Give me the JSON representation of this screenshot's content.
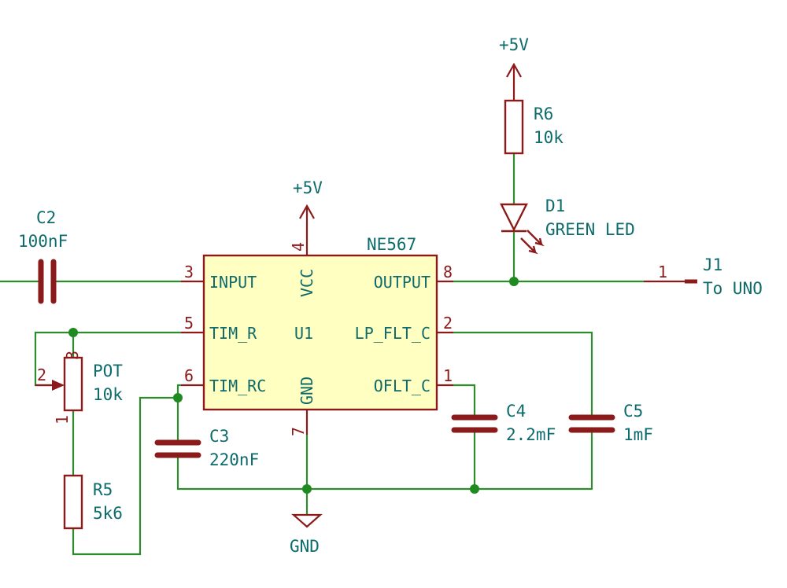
{
  "power": {
    "vcc_top": "+5V",
    "vcc_chip": "+5V",
    "gnd": "GND"
  },
  "u1": {
    "ref": "U1",
    "value": "NE567",
    "pins": {
      "input": {
        "name": "INPUT",
        "num": "3"
      },
      "tim_r": {
        "name": "TIM_R",
        "num": "5"
      },
      "tim_rc": {
        "name": "TIM_RC",
        "num": "6"
      },
      "output": {
        "name": "OUTPUT",
        "num": "8"
      },
      "lp_flt_c": {
        "name": "LP_FLT_C",
        "num": "2"
      },
      "oflt_c": {
        "name": "OFLT_C",
        "num": "1"
      },
      "vcc": {
        "name": "VCC",
        "num": "4"
      },
      "gnd": {
        "name": "GND",
        "num": "7"
      }
    }
  },
  "c2": {
    "ref": "C2",
    "value": "100nF"
  },
  "c3": {
    "ref": "C3",
    "value": "220nF"
  },
  "c4": {
    "ref": "C4",
    "value": "2.2mF"
  },
  "c5": {
    "ref": "C5",
    "value": "1mF"
  },
  "r5": {
    "ref": "R5",
    "value": "5k6"
  },
  "r6": {
    "ref": "R6",
    "value": "10k"
  },
  "pot": {
    "ref": "POT",
    "value": "10k",
    "pin1": "1",
    "pin2": "2",
    "pin3": "3"
  },
  "d1": {
    "ref": "D1",
    "value": "GREEN LED"
  },
  "j1": {
    "ref": "J1",
    "value": "To UNO",
    "pin": "1"
  },
  "colors": {
    "wire": "#2e8b2e",
    "component": "#8b1a1a",
    "label": "#0d6b6b",
    "chip_fill": "#ffffc2"
  }
}
